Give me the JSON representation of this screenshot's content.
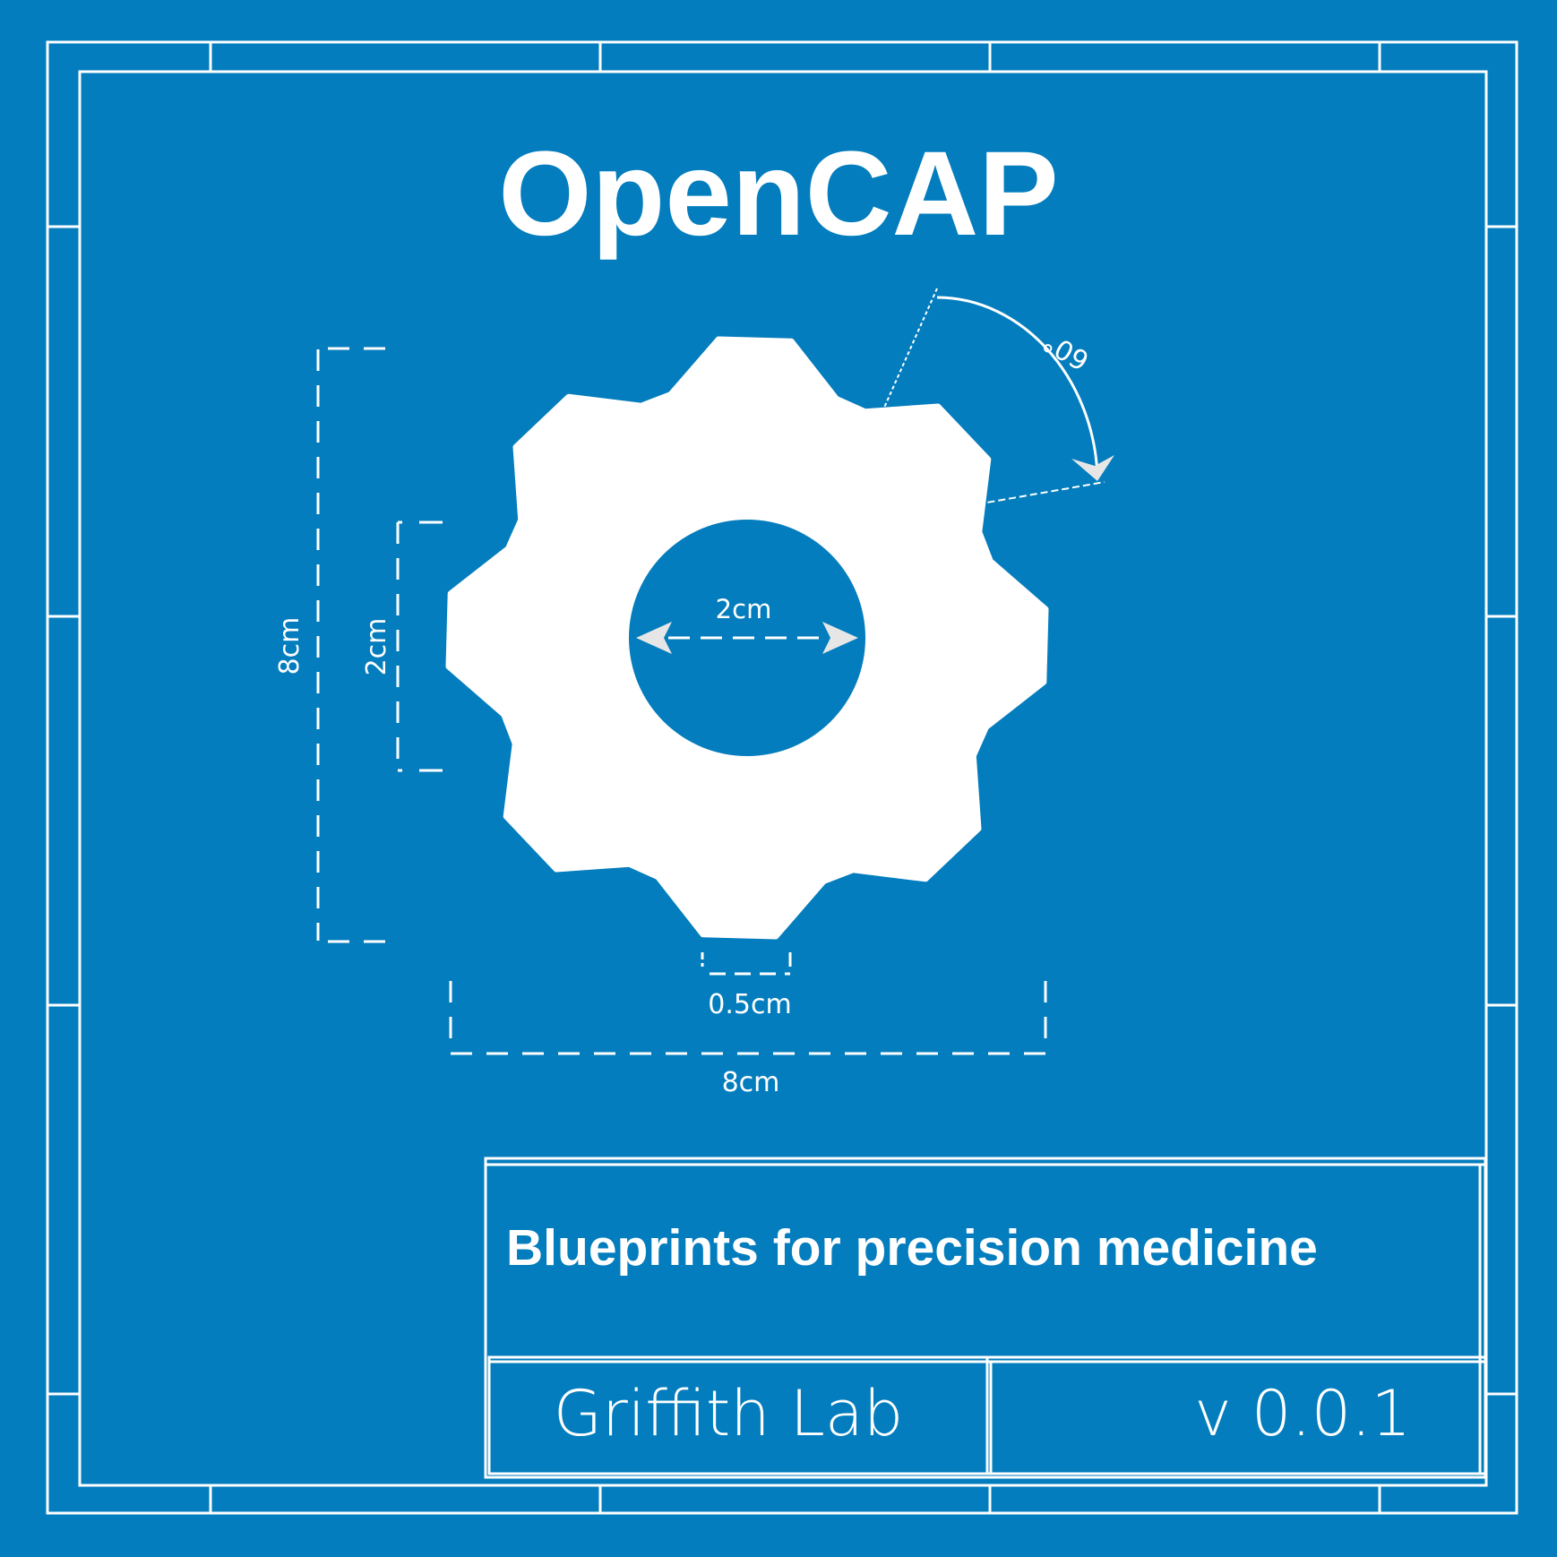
{
  "title": "OpenCAP",
  "dimensions": {
    "hole": "2cm",
    "height_outer": "8cm",
    "height_inner": "2cm",
    "tooth_width": "0.5cm",
    "width_outer": "8cm",
    "angle": "60°"
  },
  "title_block": {
    "tagline": "Blueprints for precision medicine",
    "lab": "Griffith Lab",
    "version": "v 0.0.1"
  },
  "colors": {
    "background": "#037dbd",
    "line": "#ffffff",
    "arrow": "#e6e6e6"
  }
}
